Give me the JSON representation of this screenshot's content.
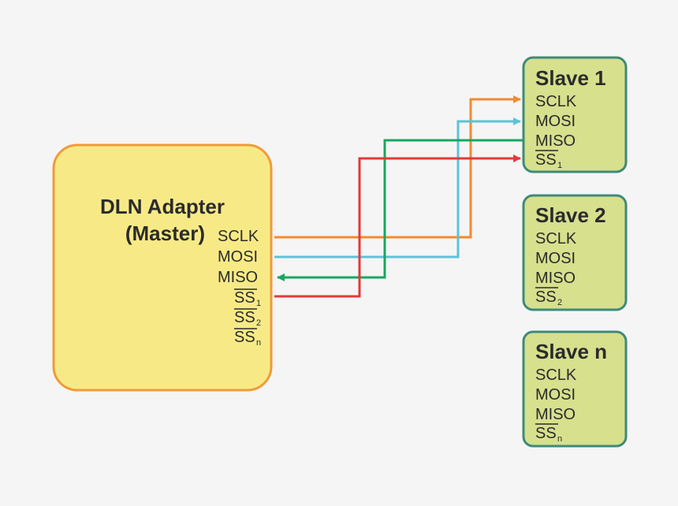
{
  "colors": {
    "background": "#f5f5f5",
    "master_fill": "#f7ea86",
    "master_border": "#f29a3a",
    "slave_fill": "#d6e08d",
    "slave_border": "#3e8a7a",
    "sclk_line": "#f28a30",
    "mosi_line": "#5bc3d6",
    "miso_line": "#1aa660",
    "ss_line": "#e23a3a"
  },
  "master": {
    "title_line1": "DLN Adapter",
    "title_line2": "(Master)",
    "pins": {
      "sclk": "SCLK",
      "mosi": "MOSI",
      "miso": "MISO",
      "ss1": "SS",
      "ss1_sub": "1",
      "ss2": "SS",
      "ss2_sub": "2",
      "ssn": "SS",
      "ssn_sub": "n"
    }
  },
  "slaves": [
    {
      "title": "Slave 1",
      "sclk": "SCLK",
      "mosi": "MOSI",
      "miso": "MISO",
      "ss": "SS",
      "ss_sub": "1"
    },
    {
      "title": "Slave 2",
      "sclk": "SCLK",
      "mosi": "MOSI",
      "miso": "MISO",
      "ss": "SS",
      "ss_sub": "2"
    },
    {
      "title": "Slave n",
      "sclk": "SCLK",
      "mosi": "MOSI",
      "miso": "MISO",
      "ss": "SS",
      "ss_sub": "n"
    }
  ]
}
